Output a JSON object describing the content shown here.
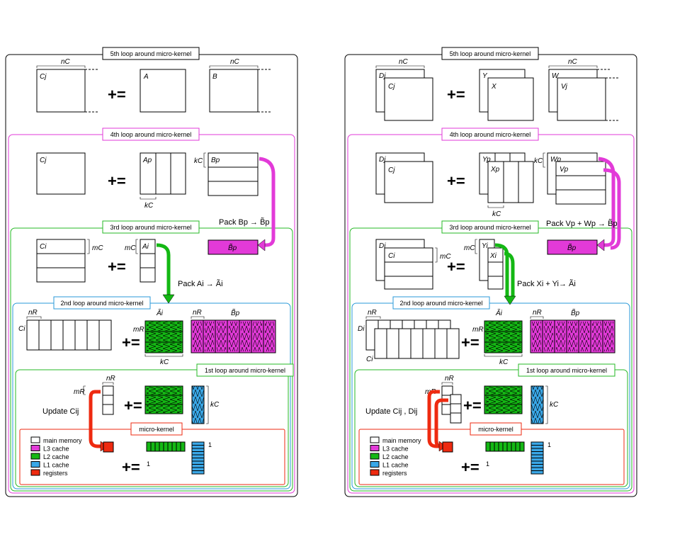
{
  "colors": {
    "main_memory": "#ffffff",
    "l3": "#e23ad8",
    "l2": "#14b814",
    "l1": "#3aa8e8",
    "registers": "#ee2a10",
    "loop1": "#25b825",
    "loop2": "#2a9ad8",
    "loop3": "#25b825",
    "loop4": "#e23ad8",
    "loop5": "#000000"
  },
  "loops": {
    "l5": "5th loop around micro-kernel",
    "l4": "4th loop around micro-kernel",
    "l3": "3rd loop around micro-kernel",
    "l2": "2nd loop around micro-kernel",
    "l1": "1st loop around micro-kernel",
    "mk": "micro-kernel"
  },
  "plus_eq": "+=",
  "legend": [
    "main memory",
    "L3 cache",
    "L2 cache",
    "L1 cache",
    "registers"
  ],
  "left": {
    "nc": "nC",
    "Cj": "Cj",
    "A": "A",
    "B": "B",
    "Ap": "Ap",
    "Bp": "Bp",
    "kc": "kC",
    "pack_b": "Pack Bp → B̃p",
    "Bp_tilde": "B̃p",
    "Ci": "Ci",
    "mc": "mC",
    "Ai": "Ai",
    "pack_a": "Pack Ai → Ãi",
    "nr": "nR",
    "mr": "mR",
    "Ai_tilde": "Ãi",
    "Bp_tilde2": "B̃p",
    "update": "Update Cij",
    "one": "1"
  },
  "right": {
    "nc": "nC",
    "Dj": "Dj",
    "Cj": "Cj",
    "Y": "Y",
    "X": "X",
    "W": "W",
    "Vj": "Vj",
    "Dj2": "Dj",
    "Cj2": "Cj",
    "Yp": "Yp",
    "Xp": "Xp",
    "Wp": "Wp",
    "Vp": "Vp",
    "kc": "kC",
    "pack_b": "Pack Vp + Wp → B̃p",
    "Bp_tilde": "B̃p",
    "Di": "Di",
    "Ci": "Ci",
    "mc": "mC",
    "Yi": "Yi",
    "Xi": "Xi",
    "pack_a": "Pack Xi + Yi→ Ãi",
    "nr": "nR",
    "mr": "mR",
    "Ai_tilde": "Ãi",
    "Bp_tilde2": "B̃p",
    "Di_small": "Di",
    "Ci_small": "Ci",
    "update": "Update Cij , Dij",
    "one": "1"
  }
}
